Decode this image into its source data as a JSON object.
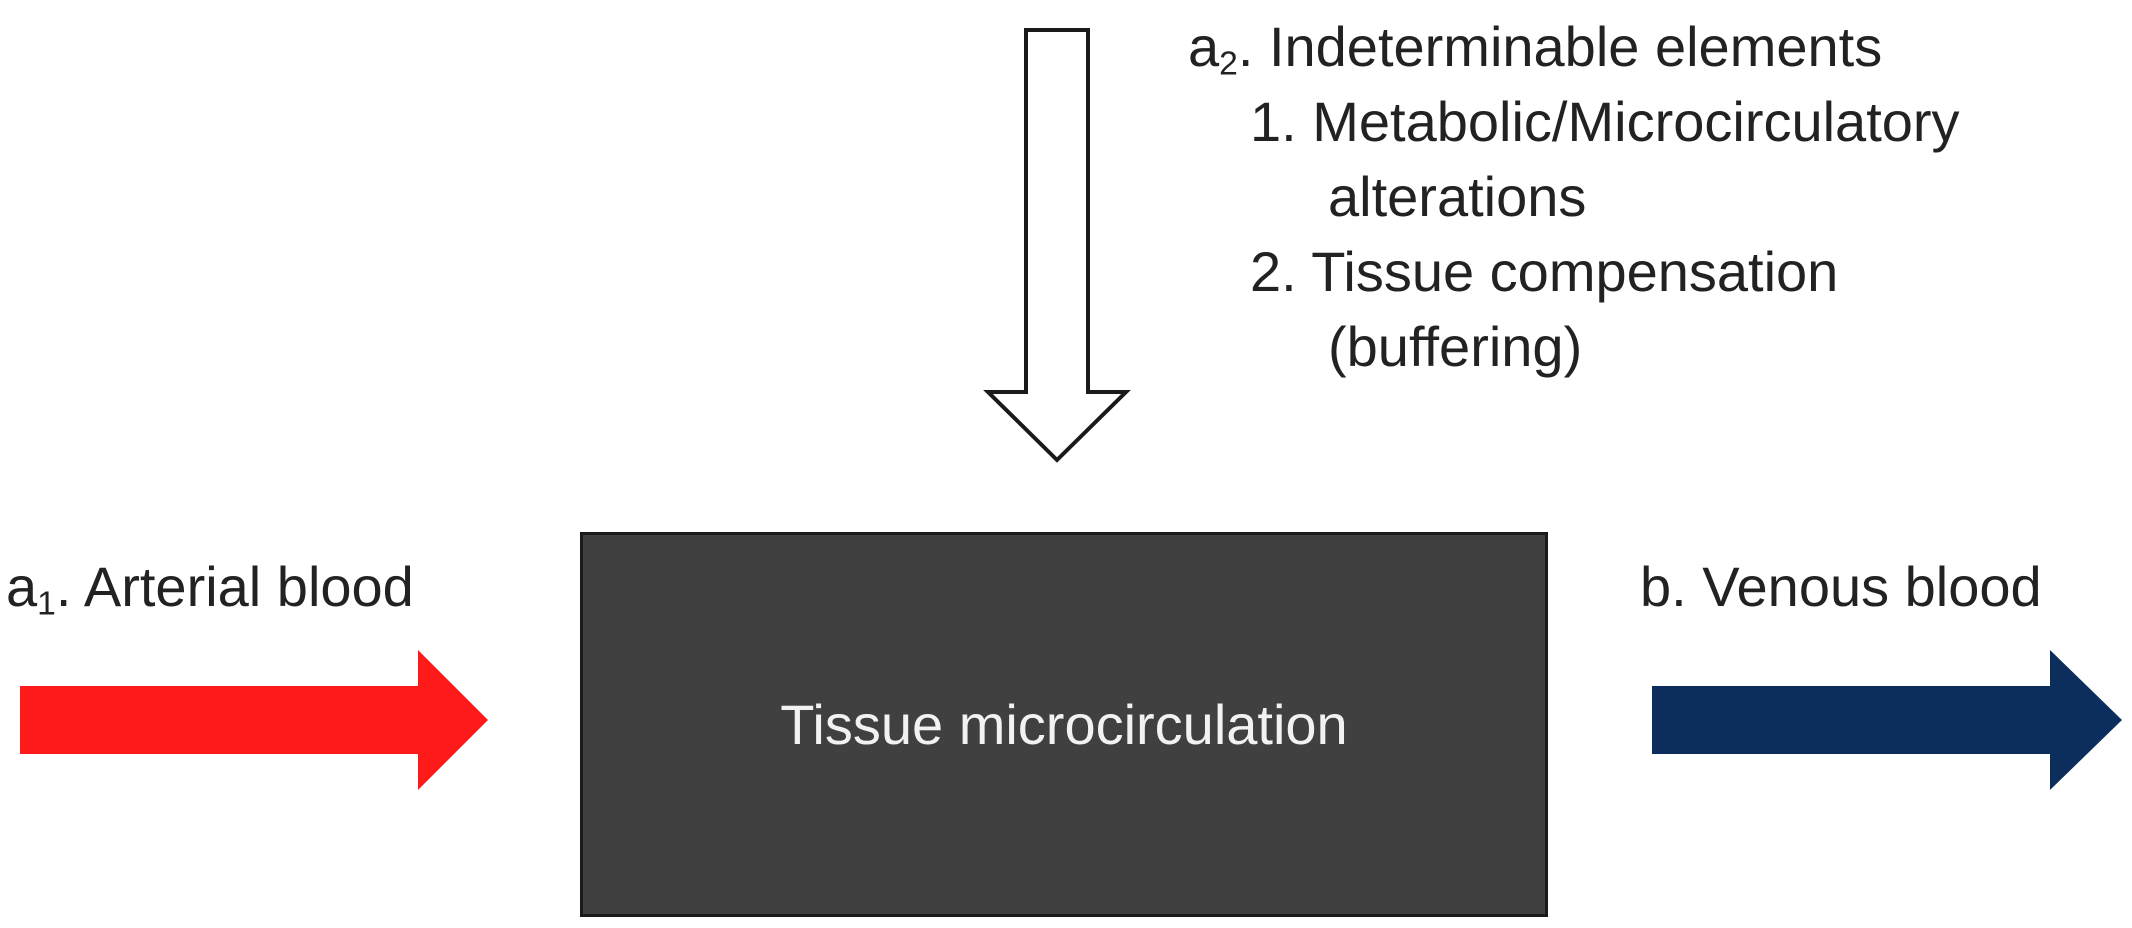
{
  "diagram": {
    "top_annotation": {
      "title_prefix": "a",
      "title_sub": "2",
      "title_rest": ". Indeterminable elements",
      "item1_line1": "1. Metabolic/Microcirculatory",
      "item1_line2": "alterations",
      "item2_line1": "2. Tissue compensation",
      "item2_line2": "(buffering)"
    },
    "left_label": {
      "prefix": "a",
      "sub": "1",
      "rest": ". Arterial blood"
    },
    "right_label": "b. Venous blood",
    "center_box": "Tissue microcirculation",
    "colors": {
      "arterial_arrow": "#ff1a1a",
      "venous_arrow": "#0b2e5c",
      "box_fill": "#404040",
      "down_arrow": "#ffffff"
    }
  }
}
